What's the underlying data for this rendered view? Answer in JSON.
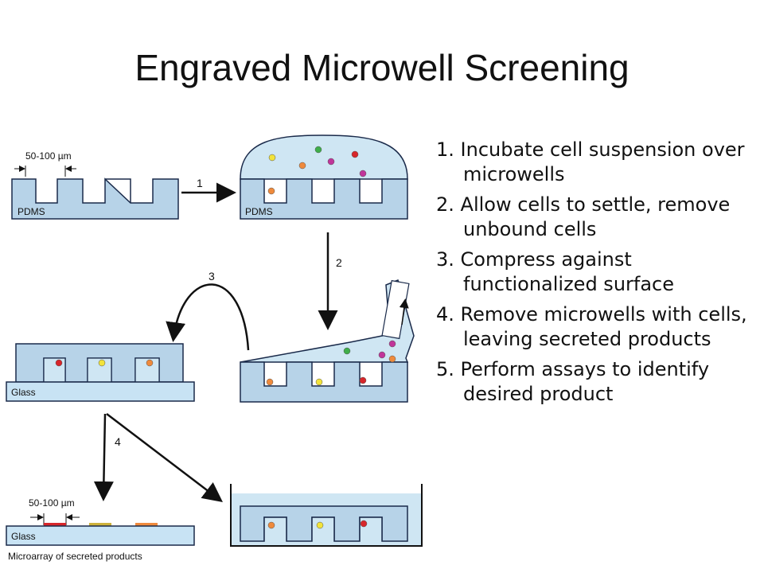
{
  "title": "Engraved Microwell Screening",
  "steps": [
    "1. Incubate cell suspension over microwells",
    "2. Allow cells to settle, remove unbound cells",
    "3. Compress against functionalized surface",
    "4. Remove microwells with cells, leaving secreted products",
    "5. Perform assays to identify desired product"
  ],
  "diagram": {
    "size_label_top": "50-100 µm",
    "size_label_bottom": "50-100 µm",
    "pdms_label_1": "PDMS",
    "pdms_label_2": "PDMS",
    "glass_label_1": "Glass",
    "glass_label_2": "Glass",
    "microarray_caption": "Microarray of secreted products",
    "arrow_1": "1",
    "arrow_2": "2",
    "arrow_3": "3",
    "arrow_4": "4"
  },
  "colors": {
    "pdms_fill": "#b7d3e8",
    "liquid_fill": "#cfe6f3",
    "glass_fill": "#c8e3f4",
    "cell_red": "#d7262a",
    "cell_yellow": "#f2e33a",
    "cell_orange": "#ef8a3c",
    "cell_green": "#3fae4a",
    "cell_magenta": "#c0359a"
  }
}
